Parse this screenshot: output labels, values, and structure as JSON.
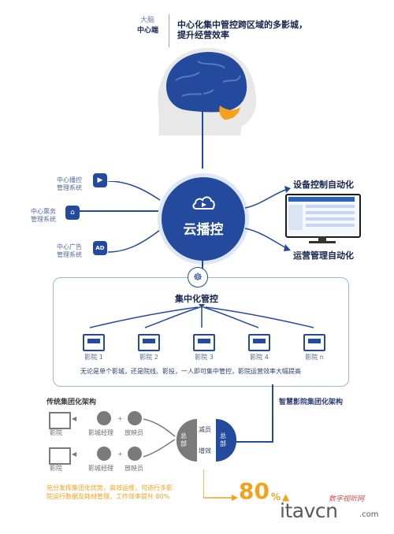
{
  "header": {
    "left_top": "大脑",
    "left_bottom": "中心端",
    "title_line1": "中心化集中管控跨区域的多影城，",
    "title_line2": "提升经营效率"
  },
  "left_systems": [
    {
      "label_line1": "中心播控",
      "label_line2": "管理系统",
      "icon": "play-icon"
    },
    {
      "label_line1": "中心票务",
      "label_line2": "管理系统",
      "icon": "ticket-house-icon"
    },
    {
      "label_line1": "中心广告",
      "label_line2": "管理系统",
      "icon": "ad-icon"
    }
  ],
  "hub": {
    "label": "云播控",
    "icon": "cloud-icon"
  },
  "right": {
    "top_label": "设备控制自动化",
    "bottom_label": "运营管理自动化"
  },
  "central_control": {
    "label": "集中化管控",
    "icon": "head-gear-icon"
  },
  "cinemas": [
    "影院 1",
    "影院 2",
    "影院 3",
    "影院 4",
    "影院 n"
  ],
  "summary_text": "无论是单个影城，还是院线、影投，一人即可集中管控，影院运营效率大幅提高",
  "bottom_left": {
    "traditional_title": "传统集团化架构",
    "row1": {
      "cinema": "影院",
      "manager": "影城经理",
      "staff": "放映员"
    },
    "row2": {
      "cinema": "影院",
      "manager": "影城经理",
      "staff": "放映员"
    }
  },
  "bottom_right": {
    "smart_title": "智慧影院集团化架构",
    "old_label": "总部",
    "new_label": "总部",
    "reduce_label": "减员",
    "effect_label": "增效"
  },
  "benefit": {
    "line1": "充分发挥集团化优势，高效运维，可进行多影",
    "line2": "院运行数据及耗材管理，工作效率提升 80%",
    "big": "80",
    "unit": "%"
  },
  "watermark": {
    "brand_cn": "数字视听网",
    "brand_en": "itavcn",
    "suffix": ".com"
  },
  "colors": {
    "navy": "#234a9c",
    "orange": "#f4a21b",
    "gray": "#7a7a7a"
  }
}
